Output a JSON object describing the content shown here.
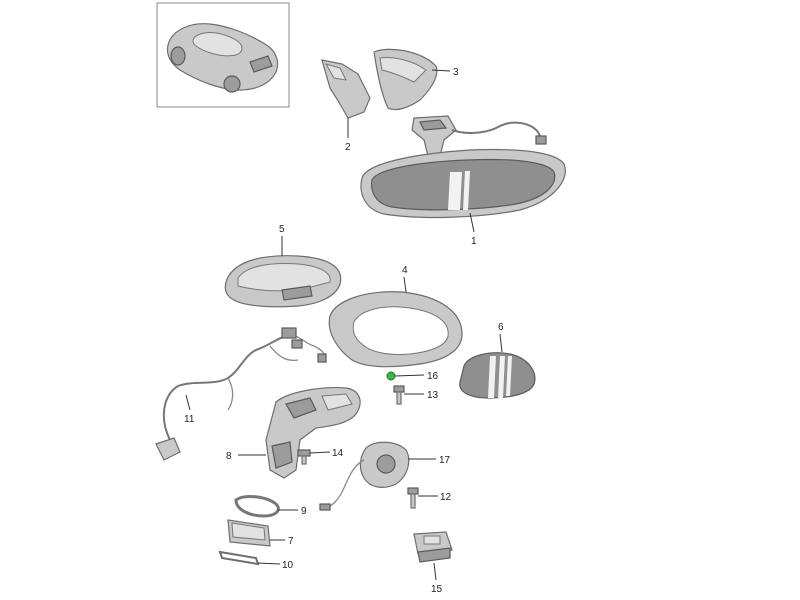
{
  "callouts": [
    {
      "id": "1",
      "label": "1"
    },
    {
      "id": "2",
      "label": "2"
    },
    {
      "id": "3",
      "label": "3"
    },
    {
      "id": "4",
      "label": "4"
    },
    {
      "id": "5",
      "label": "5"
    },
    {
      "id": "6",
      "label": "6"
    },
    {
      "id": "7",
      "label": "7"
    },
    {
      "id": "8",
      "label": "8"
    },
    {
      "id": "9",
      "label": "9"
    },
    {
      "id": "10",
      "label": "10"
    },
    {
      "id": "11",
      "label": "11"
    },
    {
      "id": "12",
      "label": "12"
    },
    {
      "id": "13",
      "label": "13"
    },
    {
      "id": "14",
      "label": "14"
    },
    {
      "id": "15",
      "label": "15"
    },
    {
      "id": "16",
      "label": "16"
    },
    {
      "id": "17",
      "label": "17"
    }
  ],
  "colors": {
    "part": "#c9c9c9",
    "highlight_clip": "#3fb54a"
  }
}
